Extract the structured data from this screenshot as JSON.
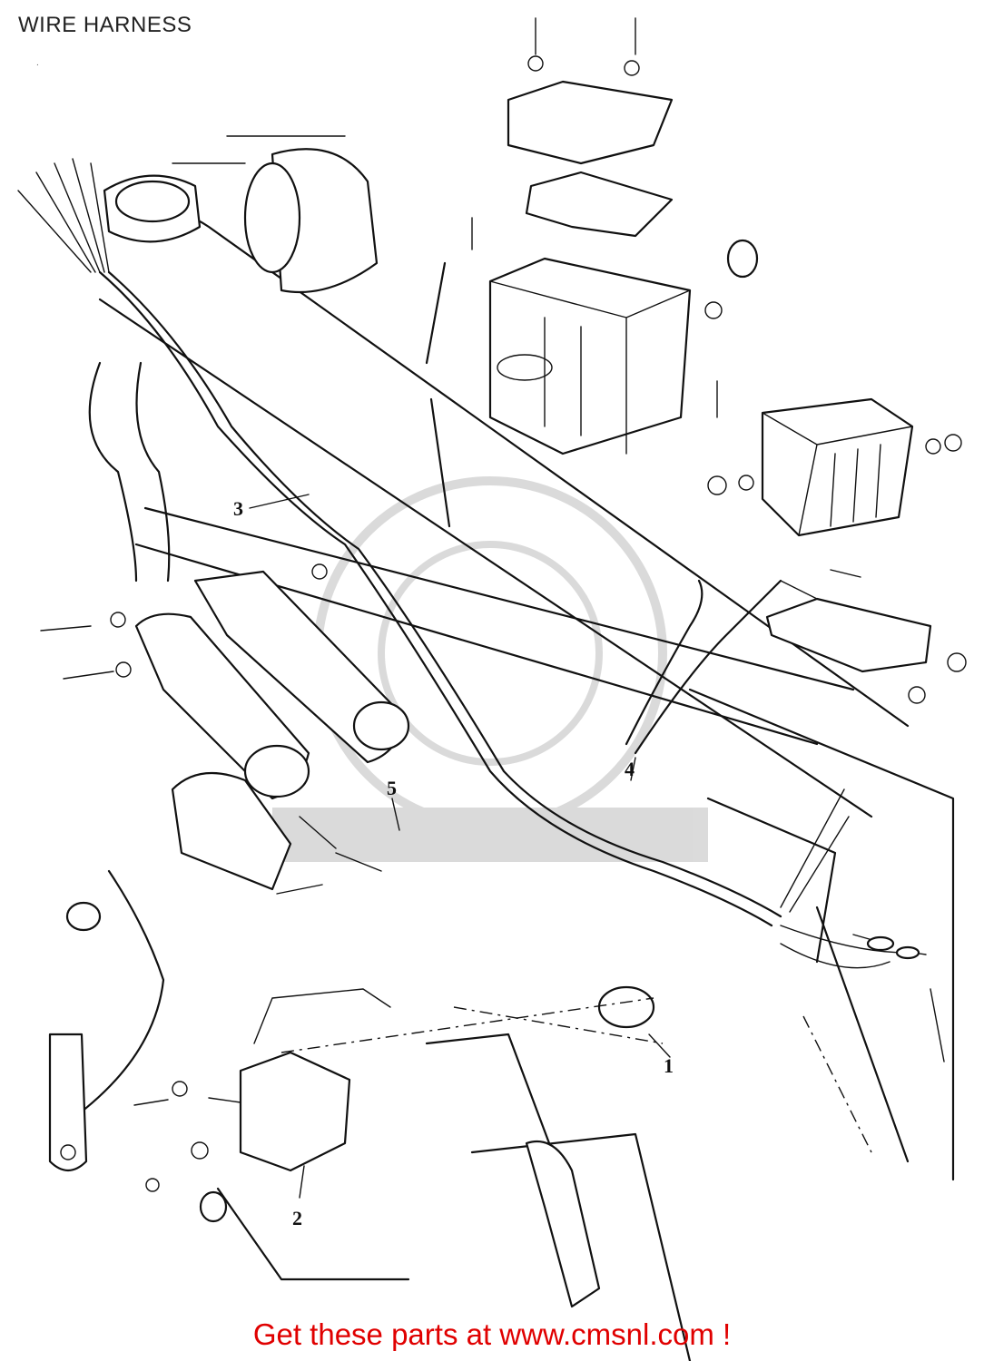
{
  "header": {
    "title": "WIRE HARNESS",
    "mark": "."
  },
  "callouts": [
    {
      "id": "1",
      "label": "1"
    },
    {
      "id": "2",
      "label": "2"
    },
    {
      "id": "3",
      "label": "3"
    },
    {
      "id": "4",
      "label": "4"
    },
    {
      "id": "5",
      "label": "5"
    }
  ],
  "footer": {
    "text": "Get these parts at www.cmsnl.com !"
  },
  "colors": {
    "footer_text": "#e00000",
    "line_art": "#111111"
  }
}
